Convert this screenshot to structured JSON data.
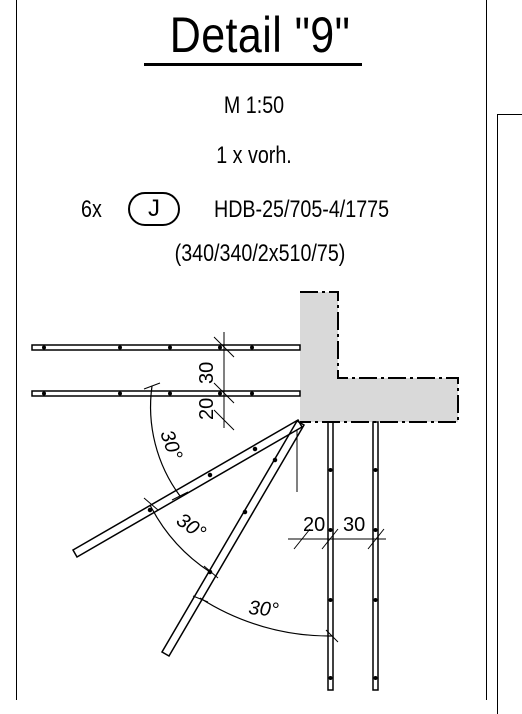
{
  "detail": {
    "title": "Detail \"9\"",
    "scale": "M 1:50",
    "quantity": "1 x vorh.",
    "count": "6x",
    "position_mark": "J",
    "designation": "HDB-25/705-4/1775",
    "dimensions": "(340/340/2x510/75)"
  },
  "annotations": {
    "dim_30_top": "30",
    "dim_20_left": "20",
    "dim_20_bottom": "20",
    "dim_30_bottom": "30",
    "angle_1": "30°",
    "angle_2": "30°",
    "angle_3": "30°"
  }
}
